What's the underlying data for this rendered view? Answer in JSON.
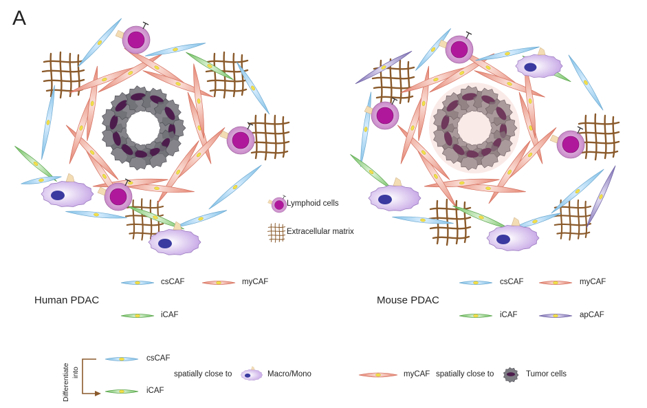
{
  "panel_label": "A",
  "left_panel": {
    "title": "Human PDAC"
  },
  "right_panel": {
    "title": "Mouse PDAC"
  },
  "inset_legend": {
    "lymphoid": "Lymphoid cells",
    "ecm": "Extracellular matrix"
  },
  "human_legend": {
    "cscaf": "csCAF",
    "mycaf": "myCAF",
    "icaf": "iCAF"
  },
  "mouse_legend": {
    "cscaf": "csCAF",
    "mycaf": "myCAF",
    "icaf": "iCAF",
    "apcaf": "apCAF"
  },
  "bottom": {
    "differentiate": "Differentiate",
    "into": "into",
    "cscaf": "csCAF",
    "icaf": "iCAF",
    "spatially_close_1": "spatially close to",
    "macro": "Macro/Mono",
    "mycaf": "myCAF",
    "spatially_close_2": "spatially close to",
    "tumor": "Tumor cells"
  },
  "colors": {
    "cscaf": "#a9d4ee",
    "mycaf": "#eda08f",
    "icaf": "#9fd68f",
    "apcaf": "#9c8fc4",
    "ecm": "#8a5a2b",
    "lymphoid_outer": "#d79ad6",
    "lymphoid_inner": "#b0189c",
    "macro": "#dcc7ef",
    "macro_nucleus": "#3a3aa0",
    "tumor": "#6e6e76",
    "tumor_nucleus": "#4c1d4c"
  }
}
